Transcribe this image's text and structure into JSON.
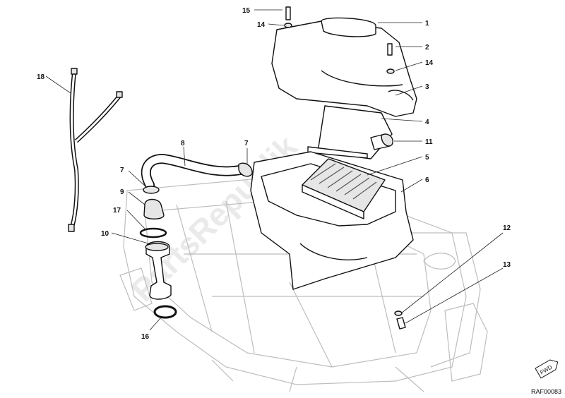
{
  "diagram": {
    "callouts": [
      "1",
      "2",
      "3",
      "4",
      "5",
      "6",
      "7",
      "7",
      "8",
      "9",
      "10",
      "11",
      "12",
      "13",
      "14",
      "14",
      "15",
      "16",
      "17",
      "18"
    ],
    "watermark": "PartsRepublik",
    "reference_code": "RAF00083",
    "fwd_badge": "FWD"
  }
}
